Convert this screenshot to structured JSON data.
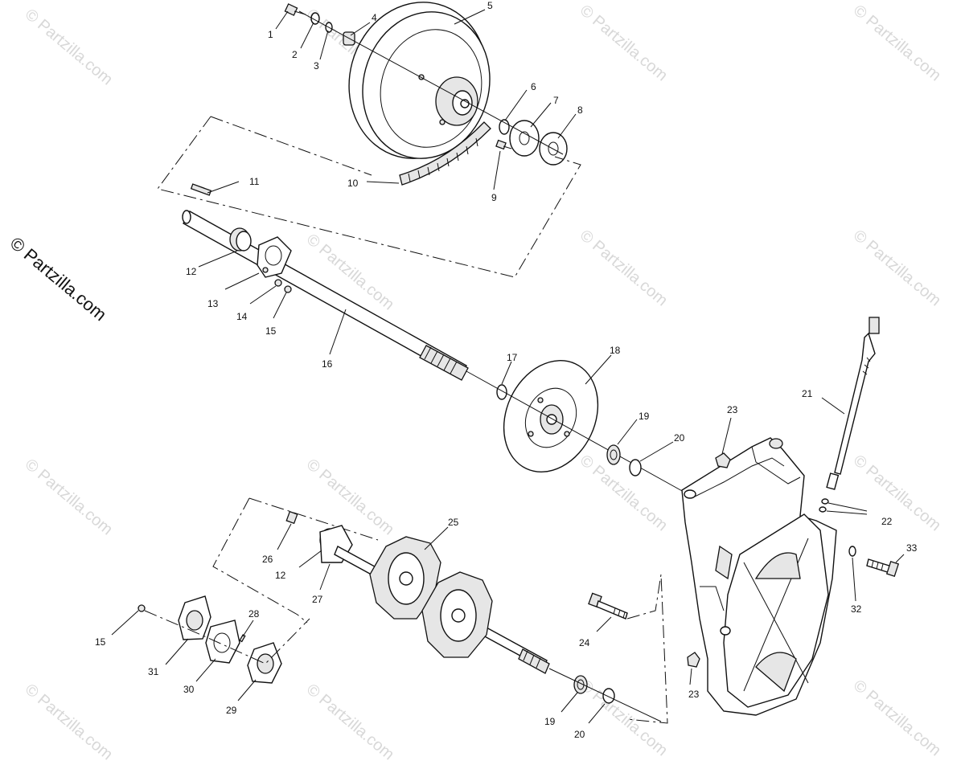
{
  "diagram": {
    "callouts": [
      "1",
      "2",
      "3",
      "4",
      "5",
      "6",
      "7",
      "8",
      "9",
      "10",
      "11",
      "12",
      "13",
      "14",
      "15",
      "16",
      "17",
      "18",
      "19",
      "20",
      "21",
      "22",
      "23",
      "24",
      "25",
      "26",
      "12",
      "27",
      "15",
      "28",
      "31",
      "30",
      "29",
      "19",
      "20",
      "23",
      "32",
      "33"
    ],
    "watermark": "© Partzilla.com",
    "side_watermark": "© Partzilla.com"
  }
}
